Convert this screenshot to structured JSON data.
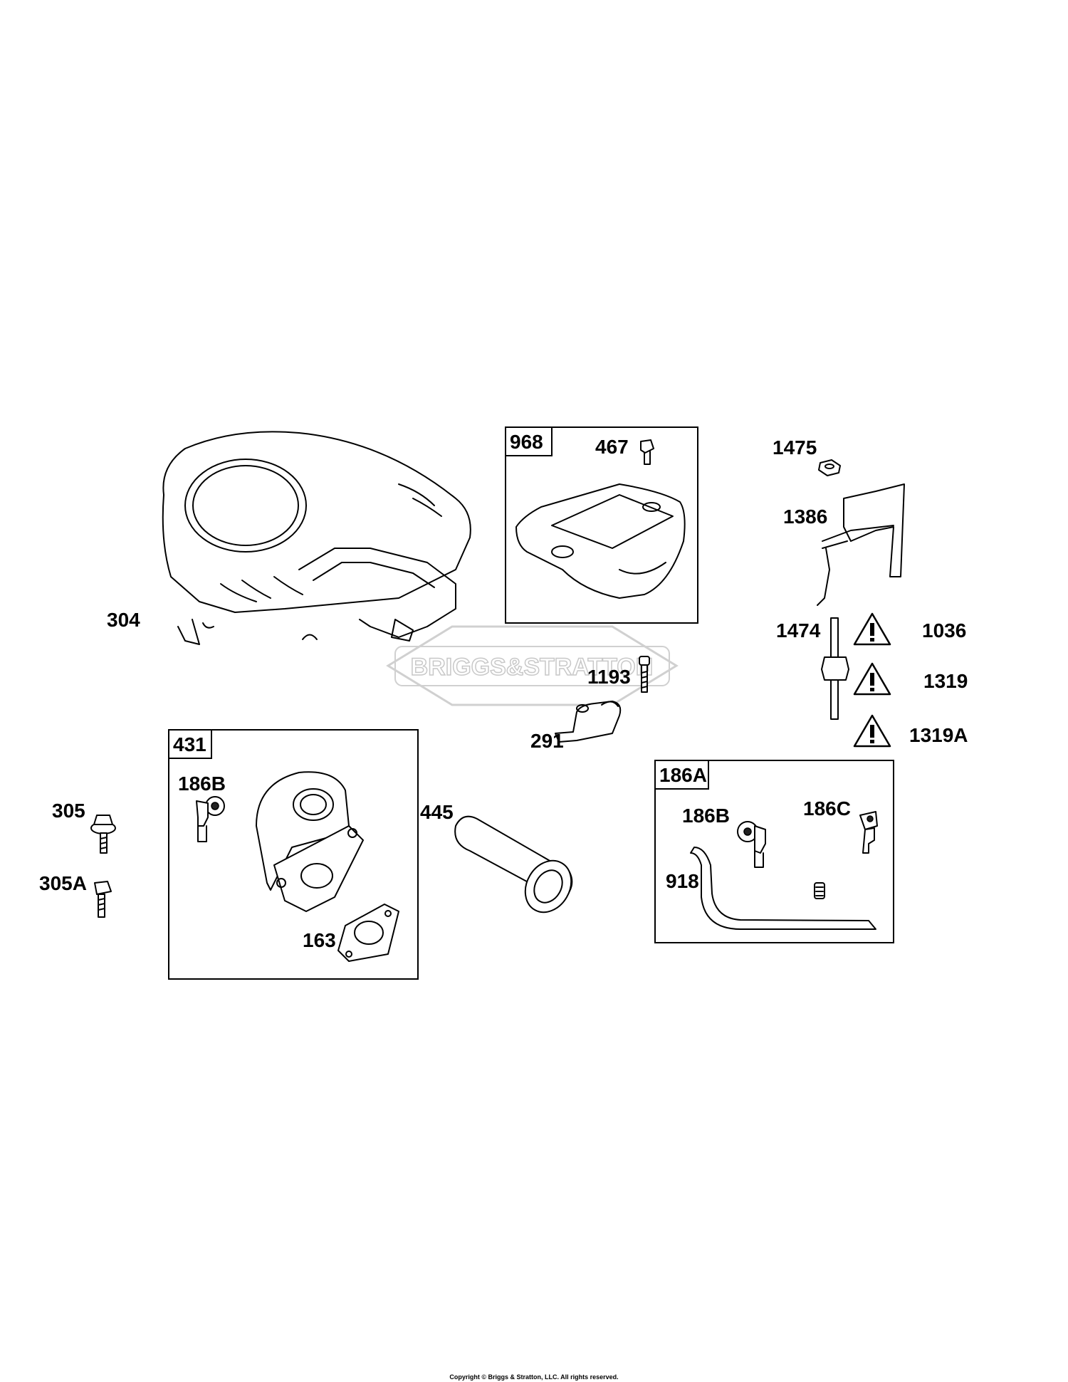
{
  "watermark": "BRIGGS&STRATTON",
  "copyright": "Copyright © Briggs & Stratton, LLC. All rights reserved.",
  "kits": {
    "k968": "968",
    "k431": "431",
    "k186A": "186A"
  },
  "labels": {
    "p304": "304",
    "p467": "467",
    "p1475": "1475",
    "p1386": "1386",
    "p1474": "1474",
    "p1036": "1036",
    "p1319": "1319",
    "p1319A": "1319A",
    "p1193": "1193",
    "p291": "291",
    "p186B_a": "186B",
    "p305": "305",
    "p305A": "305A",
    "p445": "445",
    "p163": "163",
    "p186B_b": "186B",
    "p186C": "186C",
    "p918": "918"
  },
  "icons": {
    "warning": "warning-triangle-icon"
  }
}
